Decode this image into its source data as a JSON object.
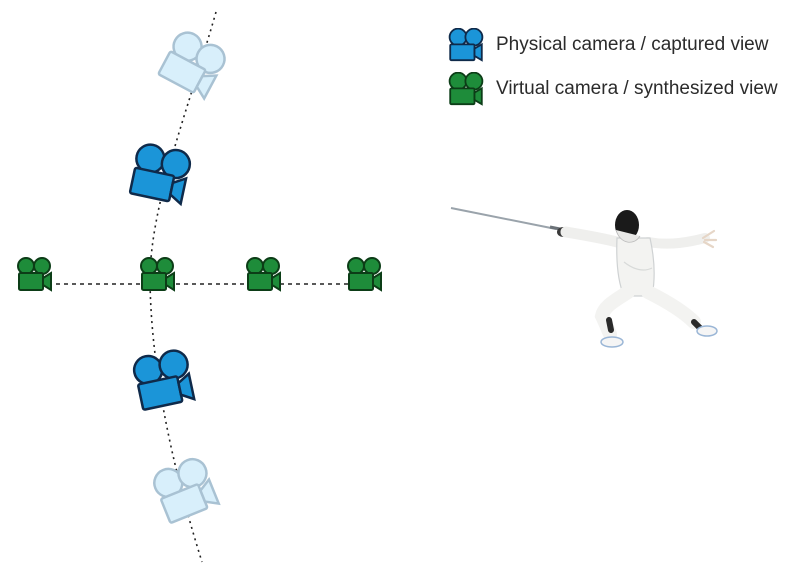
{
  "legend": {
    "physical": {
      "label": "Physical camera / captured view",
      "icon": "physical-camera-icon",
      "fill": "#1b95d8",
      "stroke": "#0f2a4a"
    },
    "virtual": {
      "label": "Virtual camera / synthesized view",
      "icon": "virtual-camera-icon",
      "fill": "#1e8c3a",
      "stroke": "#0c3d17"
    }
  },
  "faded_camera": {
    "fill": "#d8effb",
    "stroke": "#a9c2d3"
  },
  "subject": {
    "icon": "fencer-figure",
    "jacket": "#f3f3f1",
    "mask": "#1a1a1a"
  }
}
